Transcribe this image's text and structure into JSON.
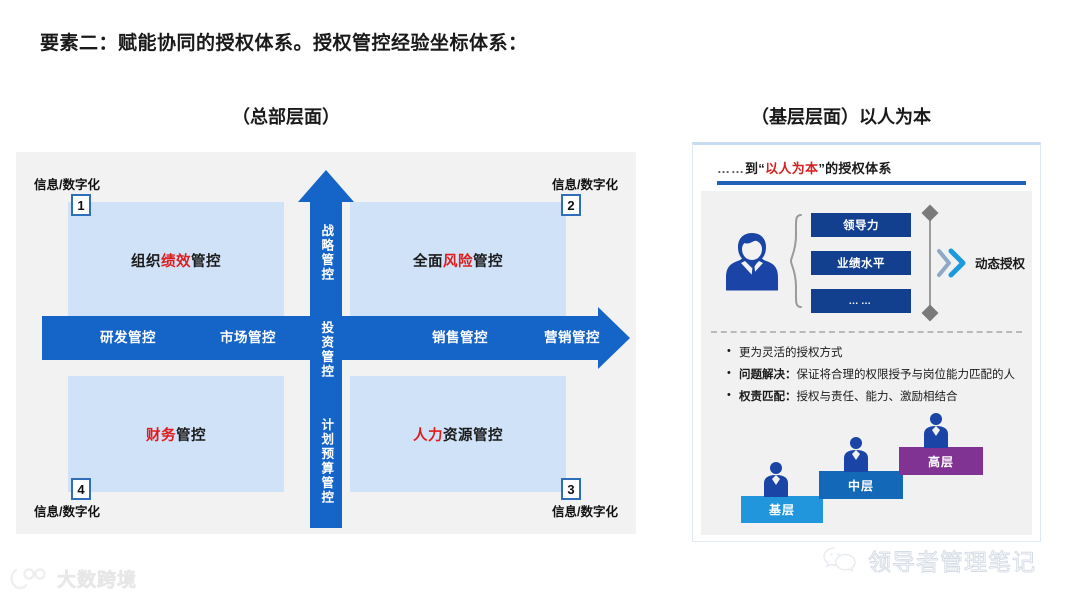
{
  "slide": {
    "title": "要素二：赋能协同的授权体系。授权管控经验坐标体系：",
    "caption_left": "（总部层面）",
    "caption_right": "（基层层面）以人为本"
  },
  "left_diagram": {
    "corner_labels": {
      "top_left": "信息/数字化",
      "top_right": "信息/数字化",
      "bottom_left": "信息/数字化",
      "bottom_right": "信息/数字化"
    },
    "corner_numbers": {
      "q1": "1",
      "q2": "2",
      "q3": "3",
      "q4": "4"
    },
    "quadrants": [
      {
        "id": "q1",
        "prefix": "组织",
        "highlight": "绩效",
        "suffix": "管控",
        "full": "组织绩效管控"
      },
      {
        "id": "q2",
        "prefix": "全面",
        "highlight": "风险",
        "suffix": "管控",
        "full": "全面风险管控"
      },
      {
        "id": "q3",
        "prefix": "",
        "highlight": "人力",
        "suffix": "资源管控",
        "full": "人力资源管控"
      },
      {
        "id": "q4",
        "prefix": "",
        "highlight": "财务",
        "suffix": "管控",
        "full": "财务管控"
      }
    ],
    "vertical_arrow": {
      "direction": "up",
      "labels": [
        "战略管控",
        "投资管控",
        "计划预算管控"
      ]
    },
    "horizontal_arrow": {
      "direction": "right",
      "labels": [
        "研发管控",
        "市场管控",
        "销售管控",
        "营销管控"
      ]
    },
    "colors": {
      "panel_bg": "#f2f2f2",
      "quadrant_fill": "#cfe2f7",
      "arrow_blue": "#1565c8",
      "highlight_red": "#e01b1b",
      "number_border": "#2f6fba"
    }
  },
  "right_panel": {
    "title_dots": "……",
    "title_pre": "到“",
    "title_highlight": "以人为本",
    "title_post": "”的授权体系",
    "criteria": [
      "领导力",
      "业绩水平",
      "……"
    ],
    "dynamic_label": "动态授权",
    "bullets": [
      {
        "strong": "",
        "text": "更为灵活的授权方式"
      },
      {
        "strong": "问题解决：",
        "text": "保证将合理的权限授予与岗位能力匹配的人"
      },
      {
        "strong": "权责匹配：",
        "text": "授权与责任、能力、激励相结合"
      }
    ],
    "stairs": [
      {
        "label": "基层",
        "color": "#2196dd"
      },
      {
        "label": "中层",
        "color": "#1369b8"
      },
      {
        "label": "高层",
        "color": "#803392"
      }
    ],
    "colors": {
      "title_rule": "#1f63b8",
      "criteria_box": "#133f8f",
      "body_bg": "#f1f1f1",
      "highlight_red": "#d32020"
    }
  },
  "watermarks": {
    "left_text": "大数跨境",
    "right_text": "领导者管理笔记"
  }
}
